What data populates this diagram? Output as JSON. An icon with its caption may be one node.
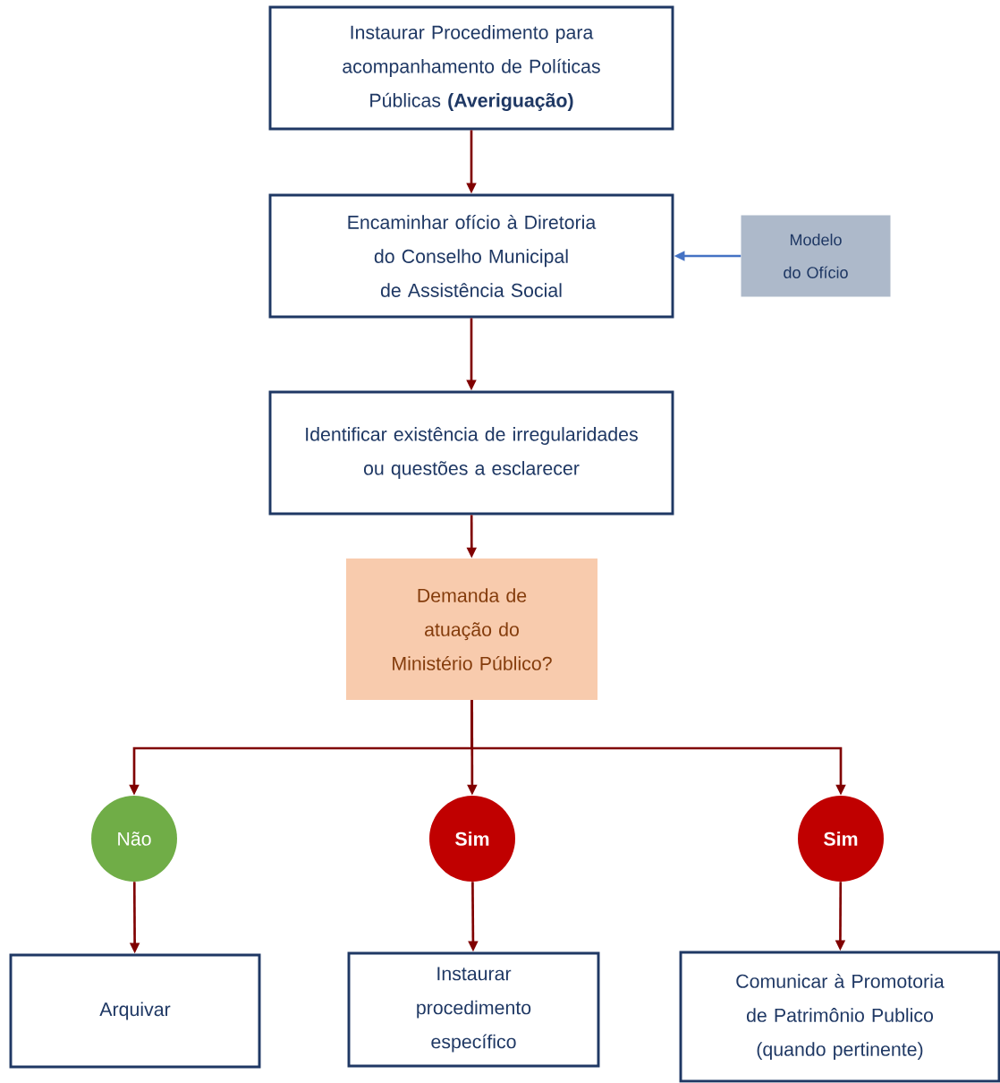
{
  "diagram": {
    "nodes": [
      {
        "text": [
          "Instaurar Procedimento para acompanhamento de Políticas Públicas **(Averiguação)**"
        ]
      },
      {
        "text": [
          "Encaminhar ofício à Diretoria do Conselho Municipal de Assistência Social"
        ]
      },
      {
        "text": [
          "Modelo do Ofício"
        ]
      },
      {
        "text": [
          "Identificar existência de irregularidades ou questões a esclarecer"
        ]
      },
      {
        "text": [
          "Demanda de atuação do Ministério Público?"
        ]
      },
      {
        "text": [
          "Não"
        ]
      },
      {
        "text": [
          "Sim"
        ]
      },
      {
        "text": [
          "Sim"
        ]
      },
      {
        "text": [
          "Arquivar"
        ]
      },
      {
        "text": [
          "Instaurar procedimento específico"
        ]
      },
      {
        "text": [
          "Comunicar à Promotoria de Patrimônio Publico (quando pertinente)"
        ]
      }
    ],
    "edges": [
      {
        "from": 0,
        "to": 1,
        "arrow": "to"
      },
      {
        "from": 2,
        "to": 1,
        "arrow": "to",
        "color": "#4472c4"
      },
      {
        "from": 1,
        "to": 3,
        "arrow": "to"
      },
      {
        "from": 3,
        "to": 4,
        "arrow": "to"
      },
      {
        "from": 4,
        "to": 5,
        "arrow": "to"
      },
      {
        "from": 4,
        "to": 6,
        "arrow": "to"
      },
      {
        "from": 4,
        "to": 7,
        "arrow": "to"
      },
      {
        "from": 5,
        "to": 8,
        "arrow": "to"
      },
      {
        "from": 6,
        "to": 9,
        "arrow": "to"
      },
      {
        "from": 7,
        "to": 10,
        "arrow": "to"
      }
    ]
  }
}
